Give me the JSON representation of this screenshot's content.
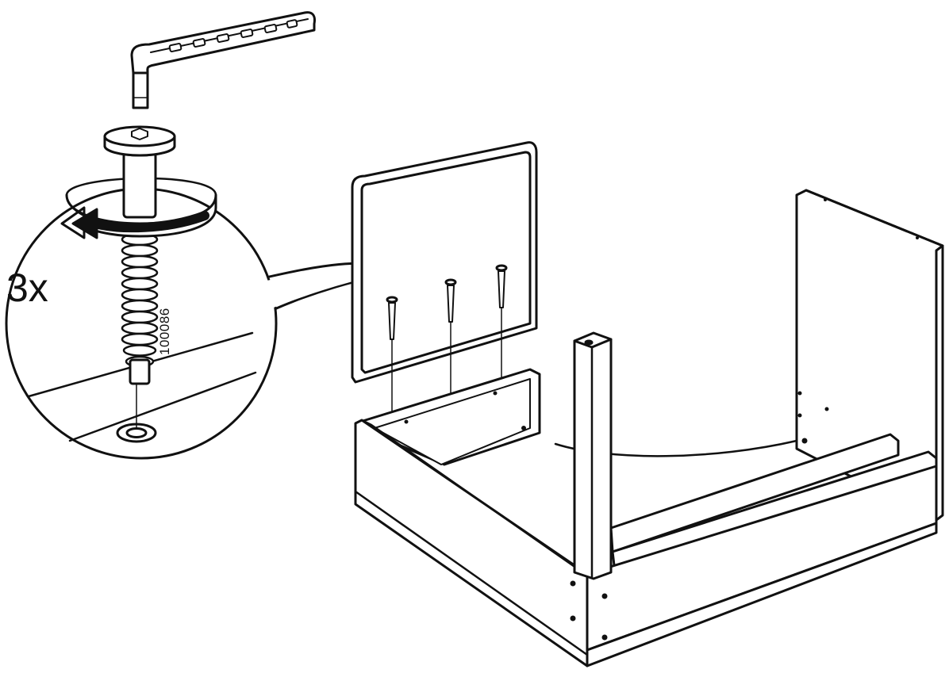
{
  "instruction": {
    "quantity_label": "3x",
    "part_number": "100086",
    "rotation_direction": "counterclockwise"
  },
  "tools": {
    "icon": "allen-key-icon"
  },
  "colors": {
    "line": "#111111",
    "fill": "#ffffff",
    "rail": "#bdbdbd"
  }
}
